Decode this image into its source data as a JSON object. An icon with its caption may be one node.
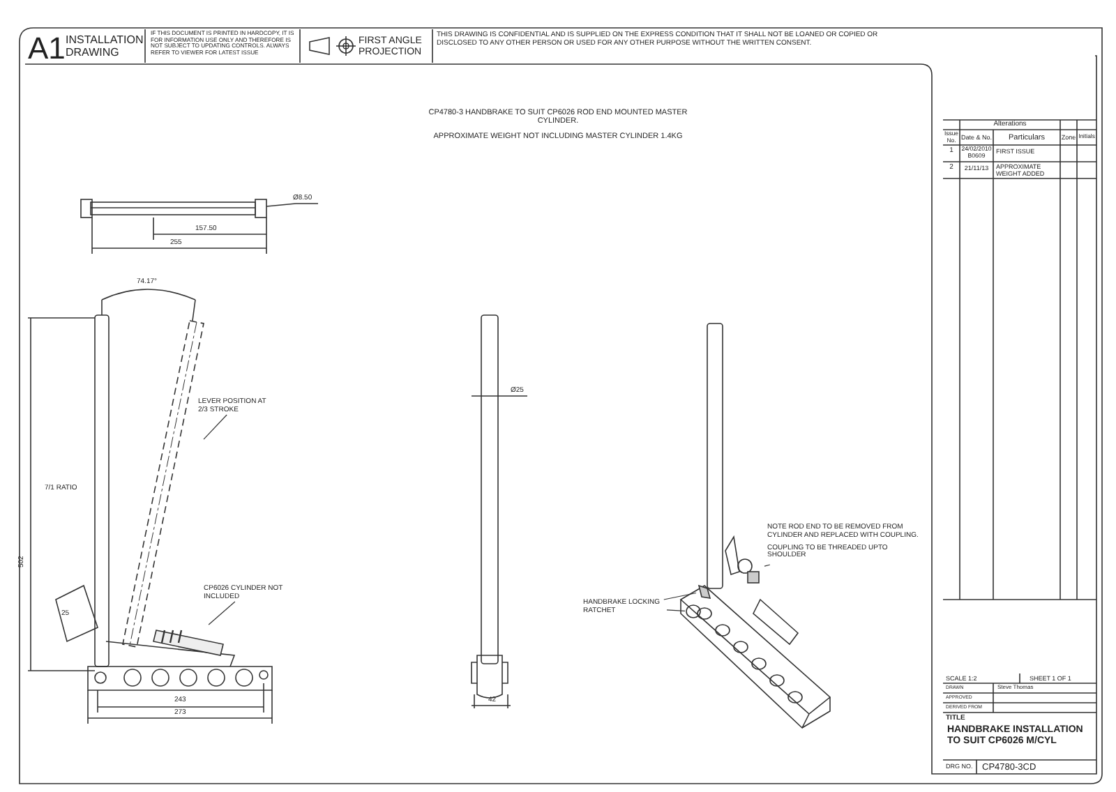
{
  "diagram": {
    "nodes": [
      {
        "text": [
          "LEVER POSITION AT 2/3 STROKE"
        ]
      },
      {
        "text": [],
        "shape": "picture"
      },
      {
        "text": [
          "CP6026 CYLINDER NOT INCLUDED"
        ]
      },
      {
        "text": [],
        "shape": "picture"
      },
      {
        "text": [
          "HANDBRAKE LOCKING RATCHET"
        ]
      },
      {
        "text": [],
        "shape": "picture"
      },
      {
        "text": [],
        "shape": "circle"
      },
      {
        "text": [
          "NOTE ROD END TO BE REMOVED FROM CYLINDER AND REPLACED WITH COUPLING.",
          "COUPLING TO BE THREADED UPTO SHOULDER"
        ]
      },
      {
        "text": [],
        "shape": "picture"
      }
    ],
    "edges": [
      {
        "from": 0,
        "to": 1,
        "arrow": "none"
      },
      {
        "from": 2,
        "to": 3,
        "arrow": "none"
      },
      {
        "from": 4,
        "to": 5,
        "arrow": "none"
      },
      {
        "from": 4,
        "to": 6,
        "arrow": "none"
      },
      {
        "from": 7,
        "to": 8,
        "arrow": "none"
      }
    ],
    "labels": [
      "A1",
      "INSTALLATION DRAWING",
      "IF THIS DOCUMENT IS PRINTED IN HARDCOPY, IT IS FOR INFORMATION USE ONLY AND THEREFORE IS NOT SUBJECT TO UPDATING CONTROLS. ALWAYS REFER TO VIEWER FOR LATEST ISSUE",
      "FIRST ANGLE PROJECTION",
      "THIS DRAWING IS CONFIDENTIAL AND IS SUPPLIED ON THE EXPRESS CONDITION THAT IT SHALL NOT BE LOANED OR COPIED OR DISCLOSED TO ANY OTHER PERSON OR USED FOR ANY OTHER PURPOSE WITHOUT THE WRITTEN CONSENT.",
      "CP4780-3 HANDBRAKE TO SUIT CP6026 ROD END MOUNTED MASTER CYLINDER.",
      "APPROXIMATE WEIGHT NOT INCLUDING MASTER CYLINDER 1.4KG",
      "Ø8.50",
      "157.50",
      "255",
      "74.17°",
      "7/1 RATIO",
      "502",
      "25",
      "243",
      "273",
      "Ø25",
      "42",
      "Alterations",
      "Issue No.",
      "Date & No.",
      "Particulars",
      "Zone",
      "Initials",
      "1",
      "24/02/2010 B0609",
      "FIRST ISSUE",
      "2",
      "21/11/13",
      "APPROXIMATE WEIGHT ADDED",
      "SCALE 1:2",
      "SHEET 1 OF 1",
      "DRAWN",
      "Steve Thomas",
      "APPROVED",
      "DERIVED FROM",
      "TITLE",
      "HANDBRAKE INSTALLATION TO SUIT CP6026 M/CYL",
      "DRG NO.",
      "CP4780-3CD"
    ]
  }
}
